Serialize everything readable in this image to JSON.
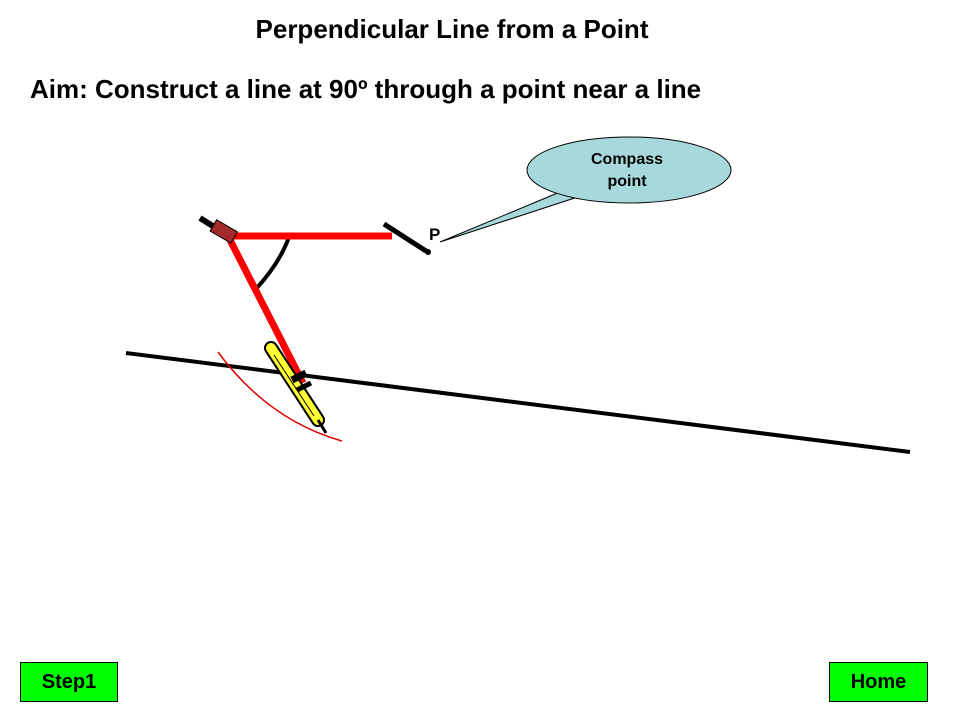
{
  "title": "Perpendicular Line from a Point",
  "aim": "Aim: Construct a line at 90º through a point near a line",
  "callout": {
    "line1": "Compass",
    "line2": "point"
  },
  "point_label": "P",
  "buttons": {
    "step": "Step1",
    "home": "Home"
  },
  "colors": {
    "compass_red": "#ff0000",
    "hinge": "#a52a2a",
    "pencil_yellow": "#ffff33",
    "callout_fill": "#a6d8dc",
    "button_green": "#00ff00",
    "arc_red": "#e00000"
  }
}
